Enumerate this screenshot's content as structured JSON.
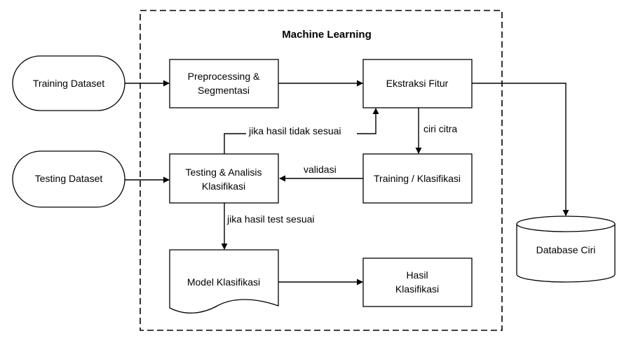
{
  "diagram": {
    "title": "Machine Learning",
    "nodes": {
      "training_dataset": "Training Dataset",
      "testing_dataset": "Testing Dataset",
      "preprocessing": [
        "Preprocessing &",
        "Segmentasi"
      ],
      "ekstraksi": "Ekstraksi Fitur",
      "testing_analisis": [
        "Testing & Analisis",
        "Klasifikasi"
      ],
      "training_klasifikasi": "Training / Klasifikasi",
      "model": "Model Klasifikasi",
      "hasil": [
        "Hasil",
        "Klasifikasi"
      ],
      "database": "Database Ciri"
    },
    "edge_labels": {
      "ciri_citra": "ciri citra",
      "validasi": "validasi",
      "tidak_sesuai": "jika hasil tidak sesuai",
      "test_sesuai": "jika hasil test sesuai"
    }
  }
}
